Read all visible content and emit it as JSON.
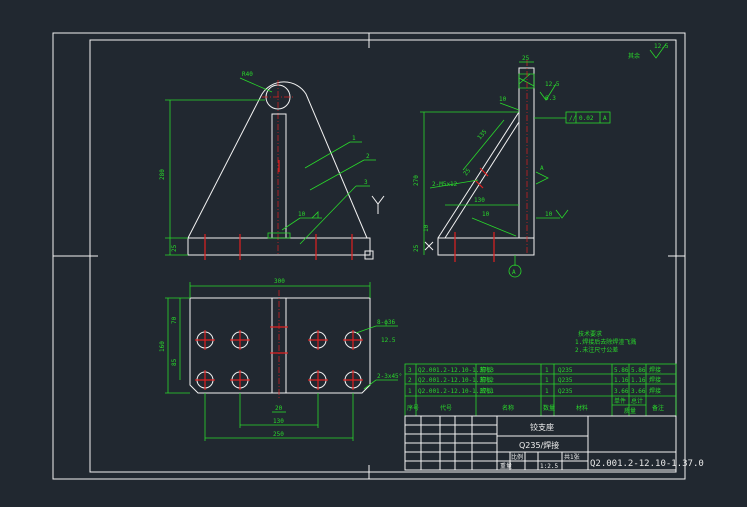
{
  "views": {
    "front": {
      "radius": "R40",
      "height_total": "280",
      "base_thickness": "25",
      "weld_size": "10",
      "balloons": [
        "1",
        "2",
        "3"
      ]
    },
    "side": {
      "height_total": "270",
      "base_thickness": "25",
      "top_width": "25",
      "angle": "A",
      "slope_len": "135",
      "weld_size_a": "10",
      "weld_size_b": "10",
      "weld_size_c": "10",
      "base_len": "130",
      "holes": "2-M5x12",
      "rib_thk": "25",
      "flatness": "0.02",
      "datum": "A",
      "roughness_a": "12.5",
      "roughness_b": "6.3",
      "section_label": "A",
      "base_small": "10"
    },
    "plan": {
      "width": "300",
      "depth_total": "160",
      "depth_upper": "70",
      "depth_lower": "85",
      "holes": "8-ϕ36",
      "hole_note": "12.5",
      "chamfer": "2-3x45°",
      "slot": "20",
      "span_inner": "130",
      "span_outer": "250"
    }
  },
  "notes": {
    "title": "技术要求",
    "items": [
      "1.焊接后去除焊渣飞溅",
      "2.未注尺寸公差"
    ]
  },
  "corner_note": {
    "roughness": "12.5",
    "text": "其余"
  },
  "bom": {
    "rows": [
      {
        "no": "3",
        "code": "Q2.001.2-12.10-1.37.3",
        "name": "筋板",
        "qty": "1",
        "material": "Q235",
        "unit": "5.86",
        "total": "5.86",
        "note": "焊接"
      },
      {
        "no": "2",
        "code": "Q2.001.2-12.10-1.37.2",
        "name": "筋板",
        "qty": "1",
        "material": "Q235",
        "unit": "1.16",
        "total": "1.16",
        "note": "焊接"
      },
      {
        "no": "1",
        "code": "Q2.001.2-12.10-1.37.1",
        "name": "底板",
        "qty": "1",
        "material": "Q235",
        "unit": "3.66",
        "total": "3.66",
        "note": "焊接"
      }
    ],
    "headers": {
      "no": "序号",
      "code": "代号",
      "name": "名称",
      "qty": "数量",
      "material": "材料",
      "unit": "单件",
      "total": "总计",
      "mass": "质量",
      "note": "备注"
    }
  },
  "title_block": {
    "part_name": "铰支座",
    "material": "Q235/焊接",
    "scale": "1:2.5",
    "sheet": "共1张",
    "drawing_no": "Q2.001.2-12.10-1.37.0",
    "scale_label": "比例",
    "weight_label": "重量"
  }
}
